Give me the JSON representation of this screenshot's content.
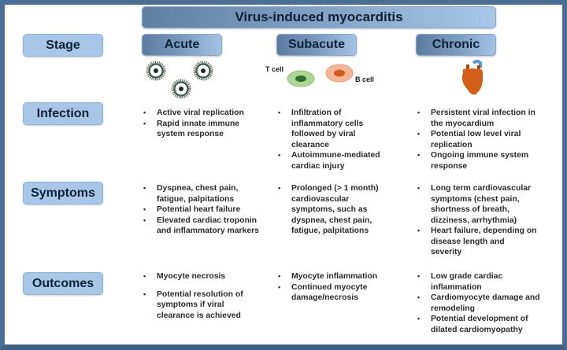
{
  "title": "Virus-induced myocarditis",
  "row_labels": {
    "stage": "Stage",
    "infection": "Infection",
    "symptoms": "Symptoms",
    "outcomes": "Outcomes"
  },
  "stages": [
    {
      "label": "Acute",
      "icon": "virus-particles-icon",
      "infection": [
        "Active viral replication",
        "Rapid innate immune system response"
      ],
      "symptoms": [
        "Dyspnea, chest pain, fatigue, palpitations",
        "Potential heart failure",
        "Elevated cardiac troponin and inflammatory markers"
      ],
      "outcomes": [
        "Myocyte necrosis",
        "Potential resolution of symptoms if viral clearance is achieved"
      ]
    },
    {
      "label": "Subacute",
      "icon": "immune-cells-icon",
      "icon_labels": {
        "t_cell": "T cell",
        "b_cell": "B cell"
      },
      "infection": [
        "Infiltration of inflammatory cells followed by viral clearance",
        "Autoimmune-mediated cardiac injury"
      ],
      "symptoms": [
        "Prolonged (> 1 month) cardiovascular symptoms, such as dyspnea, chest pain, fatigue, palpitations"
      ],
      "outcomes": [
        "Myocyte inflammation",
        "Continued myocyte damage/necrosis"
      ]
    },
    {
      "label": "Chronic",
      "icon": "heart-icon",
      "infection": [
        "Persistent viral infection in the myocardium",
        "Potential low level viral replication",
        "Ongoing immune system response"
      ],
      "symptoms": [
        "Long term cardiovascular symptoms (chest pain, shortness of breath, dizziness, arrhythmia)",
        "Heart failure, depending on disease length and severity"
      ],
      "outcomes": [
        "Low grade cardiac inflammation",
        "Cardiomyocyte damage and remodeling",
        "Potential development of dilated cardiomyopathy"
      ]
    }
  ],
  "colors": {
    "frame": "#4a6e96",
    "header_dark": "#5f7fa3",
    "header_light": "#a8c8ea",
    "row_label_fill": "#a7c6e8",
    "t_cell": "#a9d58e",
    "b_cell": "#f2b08e",
    "heart": "#d35f18",
    "heart_vessel": "#5b9bd5"
  }
}
